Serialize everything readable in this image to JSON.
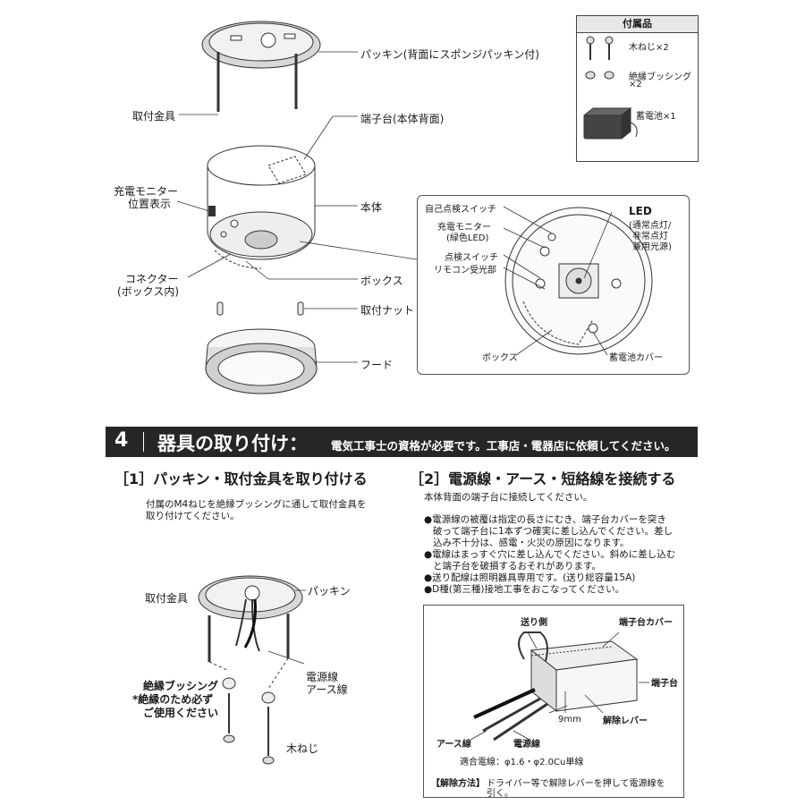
{
  "top": {
    "labels": {
      "packing": "パッキン(背面にスポンジパッキン付)",
      "mount_bracket": "取付金具",
      "terminal_block": "端子台(本体背面)",
      "charge_monitor_pos": "充電モニター",
      "charge_monitor_pos2": "位置表示",
      "body": "本体",
      "connector": "コネクター",
      "connector2": "(ボックス内)",
      "box": "ボックス",
      "mount_nut": "取付ナット",
      "hood": "フード"
    },
    "accessories": {
      "title": "付属品",
      "wood_screw": "木ねじ×2",
      "bushing": "絶縁ブッシング",
      "bushing2": "×2",
      "battery": "蓄電池×1"
    },
    "detail": {
      "self_check": "自己点検スイッチ",
      "charge_monitor": "充電モニター",
      "green_led": "(緑色LED)",
      "check_switch": "点検スイッチ",
      "remote": "リモコン受光部",
      "led": "LED",
      "led_note1": "(通常点灯/",
      "led_note2": "非常点灯",
      "led_note3": "兼用光源)",
      "box": "ボックス",
      "battery_cover": "蓄電池カバー"
    }
  },
  "section": {
    "number": "4",
    "title": "器具の取り付け：",
    "subtitle": "電気工事士の資格が必要です。工事店・電器店に依頼してください。"
  },
  "step1": {
    "heading": "［1］パッキン・取付金具を取り付ける",
    "text1": "付属のM4ねじを絶縁ブッシングに通して取付金具を",
    "text2": "取り付けてください。",
    "mount_bracket": "取付金具",
    "packing": "パッキン",
    "power_line": "電源線",
    "earth_line": "アース線",
    "bushing1": "絶縁ブッシング",
    "bushing2": "*絶縁のため必ず",
    "bushing3": "ご使用ください",
    "wood_screw": "木ねじ"
  },
  "step2": {
    "heading": "［2］電源線・アース・短絡線を接続する",
    "intro": "本体背面の端子台に接続してください。",
    "bullets": [
      "●電源線の被覆は指定の長さにむき、端子台カバーを突き",
      "破って端子台に1本ずつ確実に差し込んでください。差し",
      "込み不十分は、感電・火災の原因になります。",
      "●電線はまっすぐ穴に差し込んでください。斜めに差し込む",
      "と端子台を破損するおそれがあります。",
      "●送り配線は照明器具専用です。(送り総容量15A)",
      "●D種(第三種)接地工事をおこなってください。"
    ],
    "wiring": {
      "send_side": "送り側",
      "terminal_cover": "端子台カバー",
      "terminal_block": "端子台",
      "release_lever": "解除レバー",
      "strip_length": "9mm",
      "earth_line": "アース線",
      "power_line": "電源線",
      "suitable": "適合電線：φ1.6・φ2.0Cu単線",
      "release_method": "【解除方法】",
      "release_text1": "ドライバー等で解除レバーを押して電源線を",
      "release_text2": "引く。"
    }
  }
}
